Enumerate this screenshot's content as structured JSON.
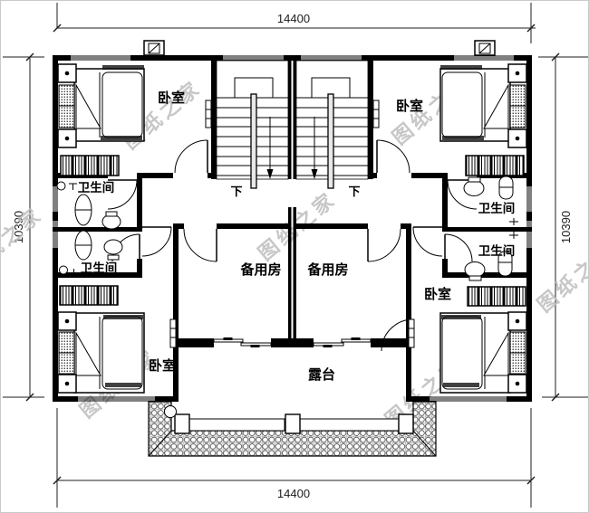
{
  "drawing": {
    "dim_top": "14400",
    "dim_bottom": "14400",
    "dim_left": "10390",
    "dim_right": "10390",
    "labels": {
      "bedroom_top_left": "卧室",
      "bedroom_top_right": "卧室",
      "bedroom_bottom_left": "卧室",
      "bedroom_bottom_right": "卧室",
      "bathroom_left_upper": "卫生间",
      "bathroom_left_lower": "卫生间",
      "bathroom_right_upper": "卫生间",
      "bathroom_right_lower": "卫生间",
      "spare_room_left": "备用房",
      "spare_room_right": "备用房",
      "terrace": "露台",
      "stair_down_left": "下",
      "stair_down_right": "下"
    },
    "watermark_text": "图纸之家",
    "colors": {
      "line": "#000000",
      "watermark": "#bdbdbd"
    }
  }
}
